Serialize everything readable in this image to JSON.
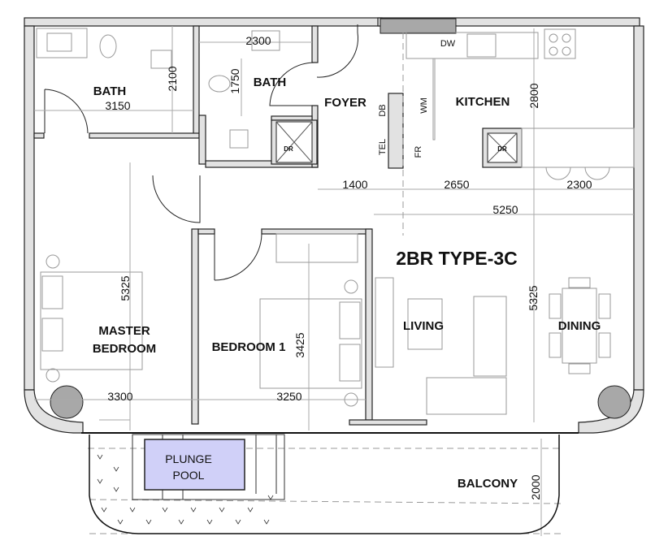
{
  "plan": {
    "title": "2BR TYPE-3C",
    "colors": {
      "pool": "#d0d0f8",
      "column": "#a8a8a8",
      "wall_hatch": "#e2e2e2"
    },
    "rooms": {
      "bath_master": "BATH",
      "bath_second": "BATH",
      "foyer": "FOYER",
      "kitchen": "KITCHEN",
      "master_bedroom_line1": "MASTER",
      "master_bedroom_line2": "BEDROOM",
      "bedroom1": "BEDROOM 1",
      "living": "LIVING",
      "dining": "DINING",
      "plunge_pool_line1": "PLUNGE",
      "plunge_pool_line2": "POOL",
      "balcony": "BALCONY"
    },
    "fixtures": {
      "db": "DB",
      "tel": "TEL",
      "wm": "WM",
      "fr": "FR",
      "dw": "DW",
      "dr_bath": "DR",
      "dr_kitchen": "DR"
    },
    "dimensions": {
      "bath_master_width": "3150",
      "bath_master_depth": "2100",
      "bath_second_width": "2300",
      "bath_second_depth": "1750",
      "kitchen_depth": "2800",
      "foyer_width": "1400",
      "kitchen_width": "2650",
      "dining_width": "2300",
      "living_dining_width": "5250",
      "master_bedroom_depth": "5325",
      "living_depth": "5325",
      "bedroom1_depth": "3425",
      "master_bedroom_width": "3300",
      "bedroom1_width": "3250",
      "balcony_depth": "2000"
    }
  }
}
